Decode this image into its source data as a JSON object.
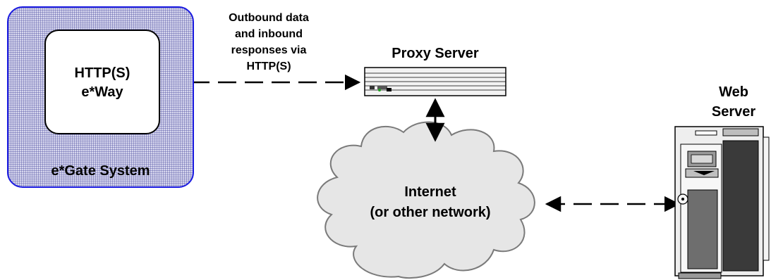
{
  "egate": {
    "system_label": "e*Gate System",
    "eway_line1": "HTTP(S)",
    "eway_line2": "e*Way"
  },
  "connection_label": [
    "Outbound data",
    "and inbound",
    "responses via",
    "HTTP(S)"
  ],
  "proxy": {
    "label": "Proxy Server"
  },
  "internet": {
    "line1": "Internet",
    "line2": "(or other network)"
  },
  "web_server": {
    "line1": "Web",
    "line2": "Server"
  },
  "colors": {
    "system_border": "#1a1ae0",
    "cloud_fill": "#e6e6e6"
  }
}
